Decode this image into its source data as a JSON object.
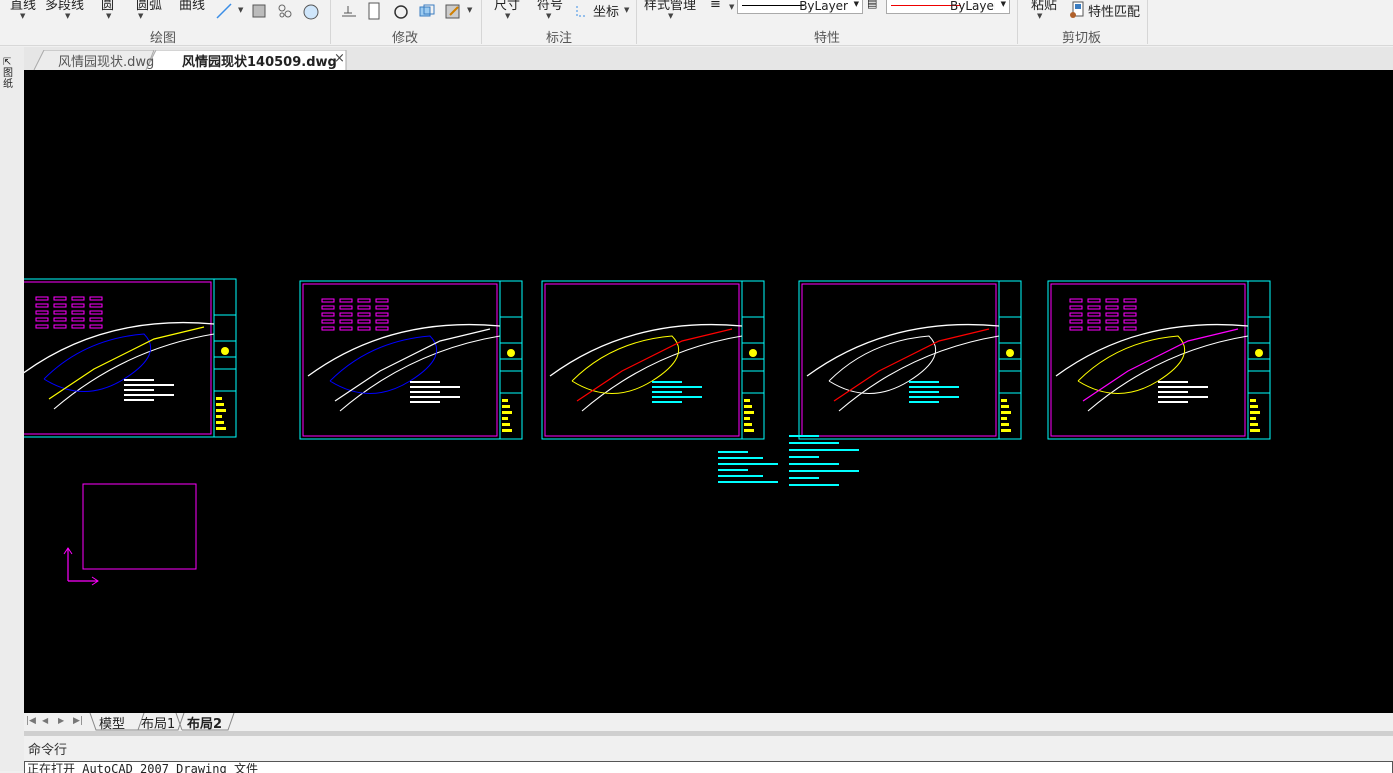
{
  "ribbon": {
    "draw": {
      "line": "直线",
      "polyline": "多段线",
      "circle": "圆",
      "arc": "圆弧",
      "curve": "曲线",
      "label": "绘图"
    },
    "modify": {
      "label": "修改"
    },
    "annotate": {
      "dimension": "尺寸",
      "symbol": "符号",
      "coordinate": "坐标",
      "label": "标注"
    },
    "properties": {
      "style_manager": "样式管理",
      "linetype": "ByLayer",
      "color": "ByLayer",
      "label": "特性"
    },
    "clipboard": {
      "paste": "粘贴",
      "match_properties": "特性匹配",
      "label": "剪切板"
    }
  },
  "file_tabs": [
    {
      "label": "风情园现状.dwg"
    },
    {
      "label": "风情园现状140509.dwg",
      "active": true
    }
  ],
  "left_tool": {
    "label": "图纸"
  },
  "layout_tabs": [
    {
      "label": "模型"
    },
    {
      "label": "布局1"
    },
    {
      "label": "布局2",
      "active": true
    }
  ],
  "command": {
    "label": "命令行",
    "output": "正在打开 AutoCAD 2007 Drawing 文件"
  },
  "colors": {
    "canvas": "#000000",
    "frame": "#00ffff",
    "viewport": "#ff00ff",
    "ucs": "#ff00ff"
  }
}
